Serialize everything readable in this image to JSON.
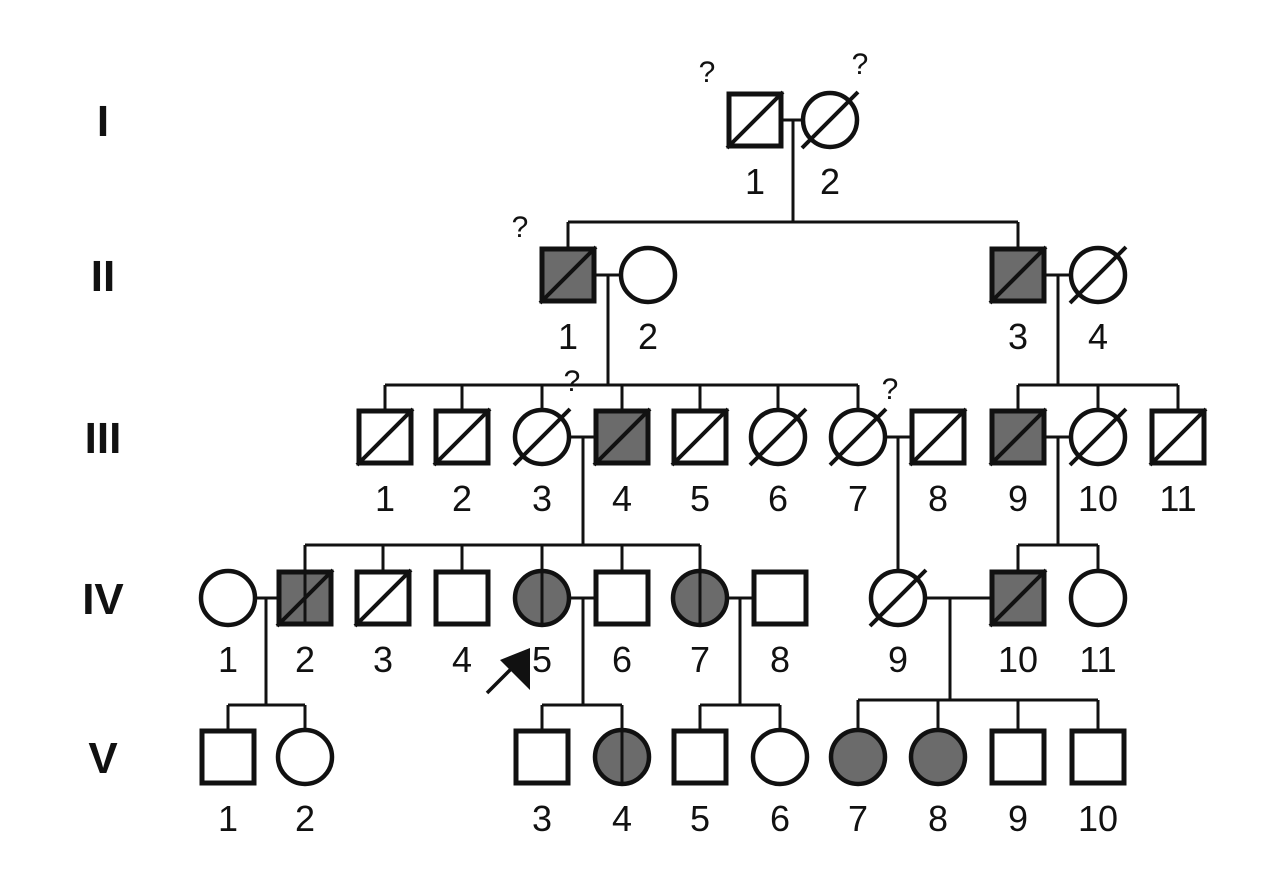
{
  "colors": {
    "line": "#111111",
    "affected": "#6b6b6b",
    "background": "#ffffff"
  },
  "legend_note": "",
  "generations": [
    {
      "label": "I",
      "individuals": [
        {
          "number": "1",
          "sex": "male",
          "status": "deceased",
          "question": "?"
        },
        {
          "number": "2",
          "sex": "female",
          "status": "deceased",
          "question": "?"
        }
      ]
    },
    {
      "label": "II",
      "individuals": [
        {
          "number": "1",
          "sex": "male",
          "status": "affected-deceased",
          "question": "?"
        },
        {
          "number": "2",
          "sex": "female",
          "status": "normal"
        },
        {
          "number": "3",
          "sex": "male",
          "status": "affected-deceased"
        },
        {
          "number": "4",
          "sex": "female",
          "status": "deceased"
        }
      ]
    },
    {
      "label": "III",
      "individuals": [
        {
          "number": "1",
          "sex": "male",
          "status": "deceased"
        },
        {
          "number": "2",
          "sex": "male",
          "status": "deceased"
        },
        {
          "number": "3",
          "sex": "female",
          "status": "deceased",
          "question": "?"
        },
        {
          "number": "4",
          "sex": "male",
          "status": "affected-deceased"
        },
        {
          "number": "5",
          "sex": "male",
          "status": "deceased"
        },
        {
          "number": "6",
          "sex": "female",
          "status": "deceased"
        },
        {
          "number": "7",
          "sex": "female",
          "status": "deceased"
        },
        {
          "number": "8",
          "sex": "male",
          "status": "deceased",
          "question": "?"
        },
        {
          "number": "9",
          "sex": "male",
          "status": "affected-deceased"
        },
        {
          "number": "10",
          "sex": "female",
          "status": "deceased"
        },
        {
          "number": "11",
          "sex": "male",
          "status": "deceased"
        }
      ]
    },
    {
      "label": "IV",
      "individuals": [
        {
          "number": "1",
          "sex": "female",
          "status": "normal"
        },
        {
          "number": "2",
          "sex": "male",
          "status": "affected-deceased-split"
        },
        {
          "number": "3",
          "sex": "male",
          "status": "deceased"
        },
        {
          "number": "4",
          "sex": "male",
          "status": "normal"
        },
        {
          "number": "5",
          "sex": "female",
          "status": "affected-split",
          "proband": true
        },
        {
          "number": "6",
          "sex": "male",
          "status": "normal"
        },
        {
          "number": "7",
          "sex": "female",
          "status": "affected-split"
        },
        {
          "number": "8",
          "sex": "male",
          "status": "normal"
        },
        {
          "number": "9",
          "sex": "female",
          "status": "deceased"
        },
        {
          "number": "10",
          "sex": "male",
          "status": "affected-deceased"
        },
        {
          "number": "11",
          "sex": "female",
          "status": "normal"
        }
      ]
    },
    {
      "label": "V",
      "individuals": [
        {
          "number": "1",
          "sex": "male",
          "status": "normal"
        },
        {
          "number": "2",
          "sex": "female",
          "status": "normal"
        },
        {
          "number": "3",
          "sex": "male",
          "status": "normal"
        },
        {
          "number": "4",
          "sex": "female",
          "status": "affected-split"
        },
        {
          "number": "5",
          "sex": "male",
          "status": "normal"
        },
        {
          "number": "6",
          "sex": "female",
          "status": "normal"
        },
        {
          "number": "7",
          "sex": "female",
          "status": "affected"
        },
        {
          "number": "8",
          "sex": "female",
          "status": "affected"
        },
        {
          "number": "9",
          "sex": "male",
          "status": "normal"
        },
        {
          "number": "10",
          "sex": "male",
          "status": "normal"
        }
      ]
    }
  ]
}
